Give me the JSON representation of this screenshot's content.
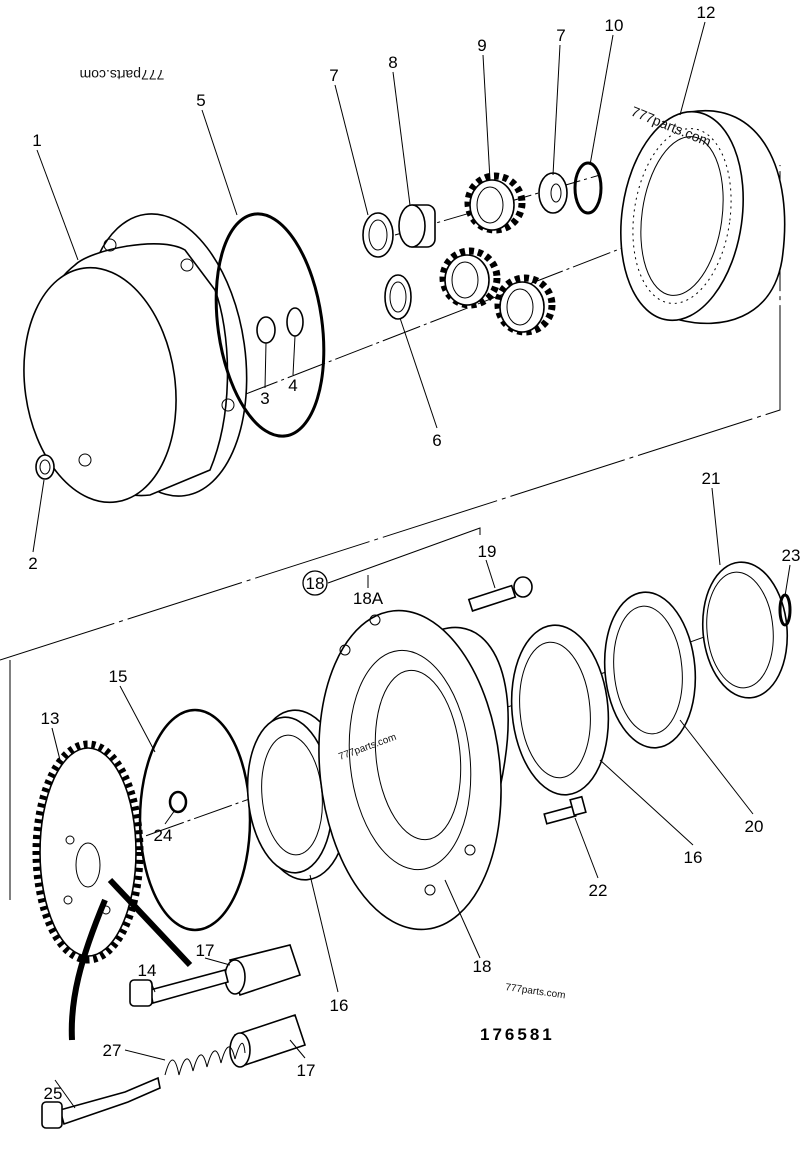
{
  "diagram": {
    "drawing_number": "176581",
    "watermark": "777parts.com",
    "callouts": [
      "1",
      "5",
      "7",
      "8",
      "9",
      "7",
      "10",
      "12",
      "3",
      "4",
      "6",
      "2",
      "21",
      "23",
      "19",
      "18",
      "18A",
      "13",
      "15",
      "24",
      "17",
      "14",
      "16",
      "18",
      "22",
      "16",
      "20",
      "27",
      "17",
      "25"
    ]
  }
}
